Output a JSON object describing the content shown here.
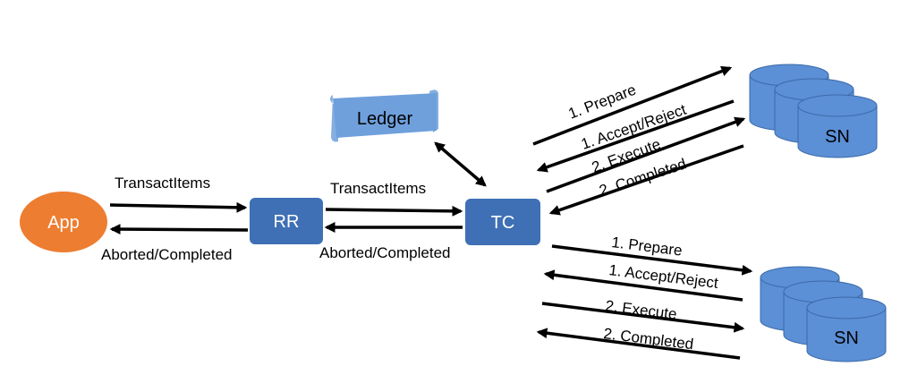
{
  "colors": {
    "app_fill": "#ED7D31",
    "node_fill": "#3F70B5",
    "node_text": "#ffffff",
    "ledger_fill": "#6FA0DC",
    "ledger_text": "#000000",
    "sn_fill": "#5B8FD6",
    "sn_stroke": "#3B6AA8",
    "sn_text": "#000000",
    "arrow": "#000000"
  },
  "nodes": {
    "app": "App",
    "rr": "RR",
    "tc": "TC",
    "ledger": "Ledger",
    "sn_top": "SN",
    "sn_bottom": "SN"
  },
  "edges": {
    "app_rr_request": "TransactItems",
    "app_rr_response": "Aborted/Completed",
    "rr_tc_request": "TransactItems",
    "rr_tc_response": "Aborted/Completed"
  },
  "phases_top": {
    "prepare": "1. Prepare",
    "accept_reject": "1. Accept/Reject",
    "execute": "2. Execute",
    "completed": "2. Completed"
  },
  "phases_bottom": {
    "prepare": "1. Prepare",
    "accept_reject": "1. Accept/Reject",
    "execute": "2. Execute",
    "completed": "2. Completed"
  }
}
